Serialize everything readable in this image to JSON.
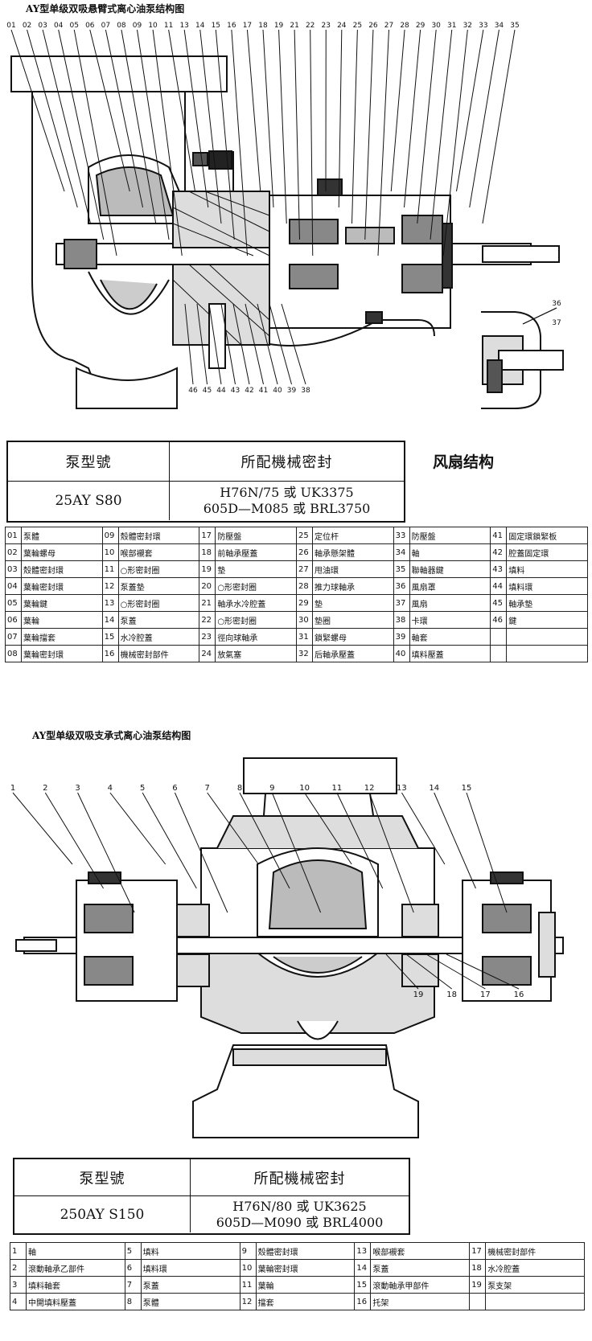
{
  "figure1": {
    "title": "AY型单级双吸悬臂式离心油泵结构图",
    "callouts_top": [
      "01",
      "02",
      "03",
      "04",
      "05",
      "06",
      "07",
      "08",
      "09",
      "10",
      "11",
      "13",
      "14",
      "15",
      "16",
      "17",
      "18",
      "19",
      "21",
      "22",
      "23",
      "24",
      "25",
      "26",
      "27",
      "28",
      "29",
      "30",
      "31",
      "32",
      "33",
      "34",
      "35"
    ],
    "callouts_bottom": [
      "46",
      "45",
      "44",
      "43",
      "42",
      "41",
      "40",
      "39",
      "38"
    ],
    "fan_callouts": [
      "36",
      "37"
    ],
    "fan_caption": "风扇结构",
    "seal_table": {
      "header_model": "泵型號",
      "header_seal": "所配機械密封",
      "model": "25AY S80",
      "seal_line1": "H76N/75 或 UK3375",
      "seal_line2": "605D—M085 或 BRL3750"
    },
    "parts": [
      [
        [
          "01",
          "泵體"
        ],
        [
          "09",
          "殼體密封環"
        ],
        [
          "17",
          "防壓盤"
        ],
        [
          "25",
          "定位杆"
        ],
        [
          "33",
          "防壓盤"
        ],
        [
          "41",
          "固定環鎖緊板"
        ]
      ],
      [
        [
          "02",
          "葉輪螺母"
        ],
        [
          "10",
          "喉部襯套"
        ],
        [
          "18",
          "前軸承壓蓋"
        ],
        [
          "26",
          "軸承懸架體"
        ],
        [
          "34",
          "軸"
        ],
        [
          "42",
          "腔蓋固定環"
        ]
      ],
      [
        [
          "03",
          "殼體密封環"
        ],
        [
          "11",
          "○形密封圈"
        ],
        [
          "19",
          "墊"
        ],
        [
          "27",
          "甩油環"
        ],
        [
          "35",
          "聯軸器鍵"
        ],
        [
          "43",
          "填料"
        ]
      ],
      [
        [
          "04",
          "葉輪密封環"
        ],
        [
          "12",
          "泵蓋墊"
        ],
        [
          "20",
          "○形密封圈"
        ],
        [
          "28",
          "推力球軸承"
        ],
        [
          "36",
          "風扇罩"
        ],
        [
          "44",
          "填料環"
        ]
      ],
      [
        [
          "05",
          "葉輪鍵"
        ],
        [
          "13",
          "○形密封圈"
        ],
        [
          "21",
          "軸承水冷腔蓋"
        ],
        [
          "29",
          "墊"
        ],
        [
          "37",
          "風扇"
        ],
        [
          "45",
          "軸承墊"
        ]
      ],
      [
        [
          "06",
          "葉輪"
        ],
        [
          "14",
          "泵蓋"
        ],
        [
          "22",
          "○形密封圈"
        ],
        [
          "30",
          "墊圈"
        ],
        [
          "38",
          "卡環"
        ],
        [
          "46",
          "鍵"
        ]
      ],
      [
        [
          "07",
          "葉輪擋套"
        ],
        [
          "15",
          "水冷腔蓋"
        ],
        [
          "23",
          "徑向球軸承"
        ],
        [
          "31",
          "鎖緊螺母"
        ],
        [
          "39",
          "軸套"
        ],
        [
          "",
          ""
        ]
      ],
      [
        [
          "08",
          "葉輪密封環"
        ],
        [
          "16",
          "機械密封部件"
        ],
        [
          "24",
          "放氣塞"
        ],
        [
          "32",
          "后軸承壓蓋"
        ],
        [
          "40",
          "填料壓蓋"
        ],
        [
          "",
          ""
        ]
      ]
    ]
  },
  "figure2": {
    "title": "AY型单级双吸支承式离心油泵结构图",
    "callouts_top": [
      "1",
      "2",
      "3",
      "4",
      "5",
      "6",
      "7",
      "8",
      "9",
      "10",
      "11",
      "12",
      "13",
      "14",
      "15"
    ],
    "callouts_bottom": [
      "19",
      "18",
      "17",
      "16"
    ],
    "seal_table": {
      "header_model": "泵型號",
      "header_seal": "所配機械密封",
      "model": "250AY S150",
      "seal_line1": "H76N/80 或 UK3625",
      "seal_line2": "605D—M090 或 BRL4000"
    },
    "parts": [
      [
        [
          "1",
          "軸"
        ],
        [
          "5",
          "填料"
        ],
        [
          "9",
          "殼體密封環"
        ],
        [
          "13",
          "喉部襯套"
        ],
        [
          "17",
          "機械密封部件"
        ]
      ],
      [
        [
          "2",
          "滾動軸承乙部件"
        ],
        [
          "6",
          "填料環"
        ],
        [
          "10",
          "葉輪密封環"
        ],
        [
          "14",
          "泵蓋"
        ],
        [
          "18",
          "水冷腔蓋"
        ]
      ],
      [
        [
          "3",
          "填料軸套"
        ],
        [
          "7",
          "泵蓋"
        ],
        [
          "11",
          "葉輪"
        ],
        [
          "15",
          "滾動軸承甲部件"
        ],
        [
          "19",
          "泵支架"
        ]
      ],
      [
        [
          "4",
          "中開填料壓蓋"
        ],
        [
          "8",
          "泵體"
        ],
        [
          "12",
          "擋套"
        ],
        [
          "16",
          "托架"
        ],
        [
          "",
          ""
        ]
      ]
    ]
  }
}
